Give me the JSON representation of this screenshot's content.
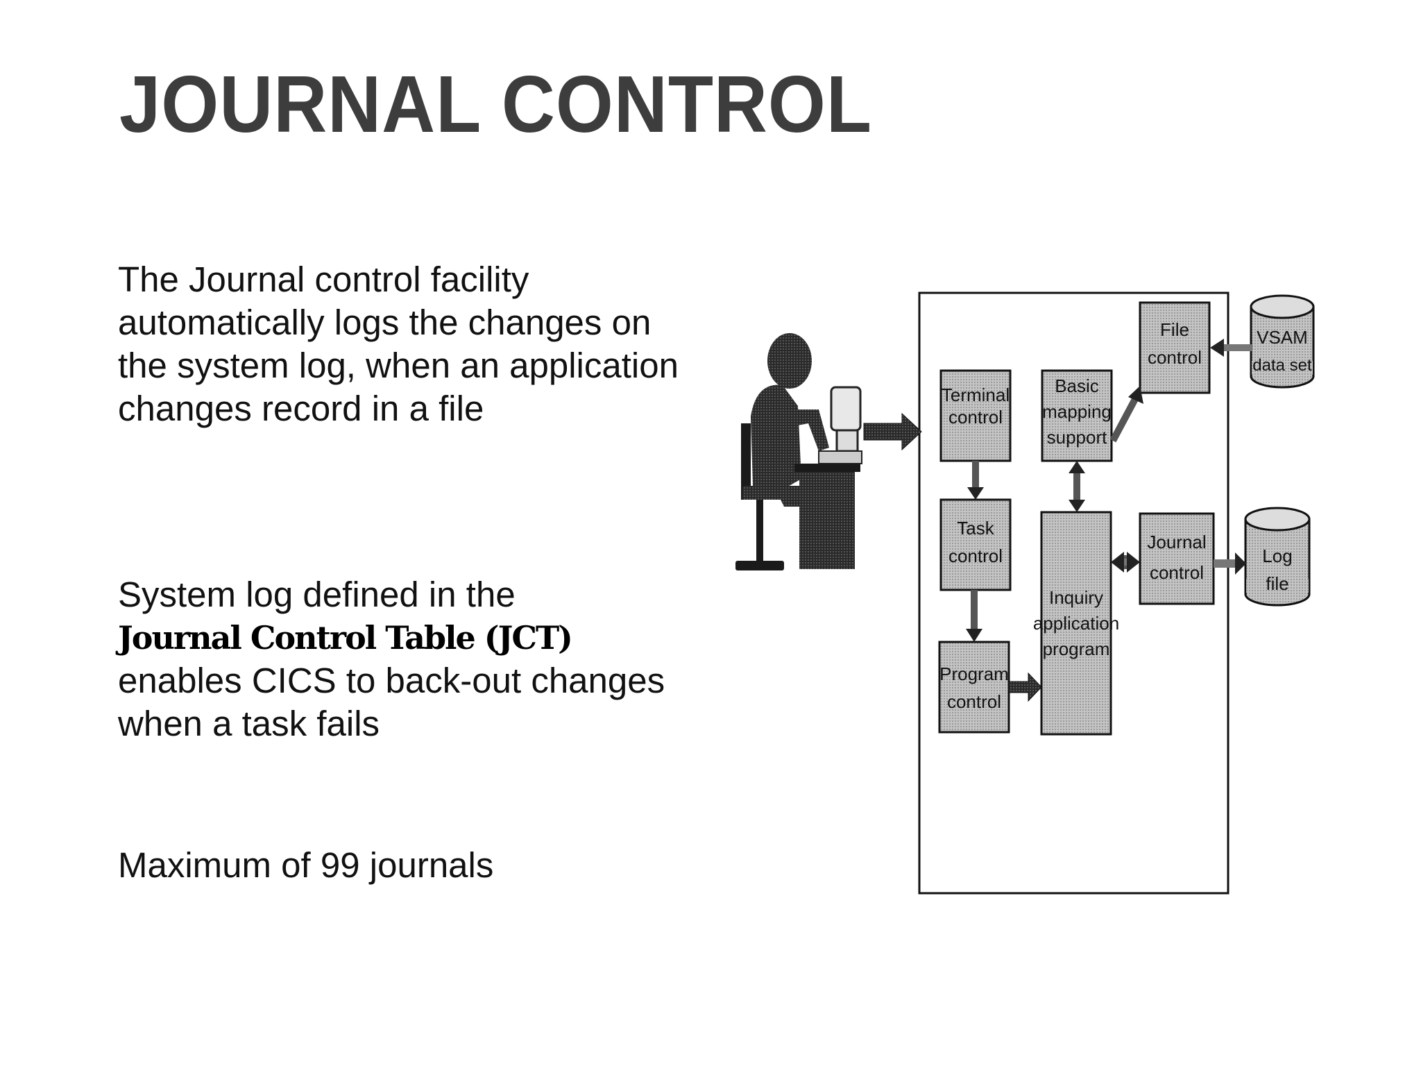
{
  "slide": {
    "title": "JOURNAL CONTROL",
    "paragraphs": {
      "p1": "The Journal control facility automatically logs the changes on the system log, when an application changes record in a file",
      "p2_pre": "System log defined in the",
      "p2_jct": "Journal Control Table (JCT)",
      "p2_post": "enables CICS to back-out changes when a task fails",
      "p3": "Maximum of 99 journals"
    }
  },
  "diagram": {
    "terminal_control": [
      "Terminal",
      "control"
    ],
    "task_control": [
      "Task",
      "control"
    ],
    "program_control": [
      "Program",
      "control"
    ],
    "bms": [
      "Basic",
      "mapping",
      "support"
    ],
    "inquiry_program": [
      "Inquiry",
      "application",
      "program"
    ],
    "file_control": [
      "File",
      "control"
    ],
    "journal_control": [
      "Journal",
      "control"
    ],
    "vsam": [
      "VSAM",
      "data set"
    ],
    "log_file": [
      "Log",
      "file"
    ]
  },
  "colors": {
    "title": "#3d3d3d",
    "box_fill": "#c4c4c4",
    "arrow_fill": "#8a8a8a",
    "ink": "#111111"
  },
  "icons": {
    "operator": "user-at-terminal-icon"
  }
}
